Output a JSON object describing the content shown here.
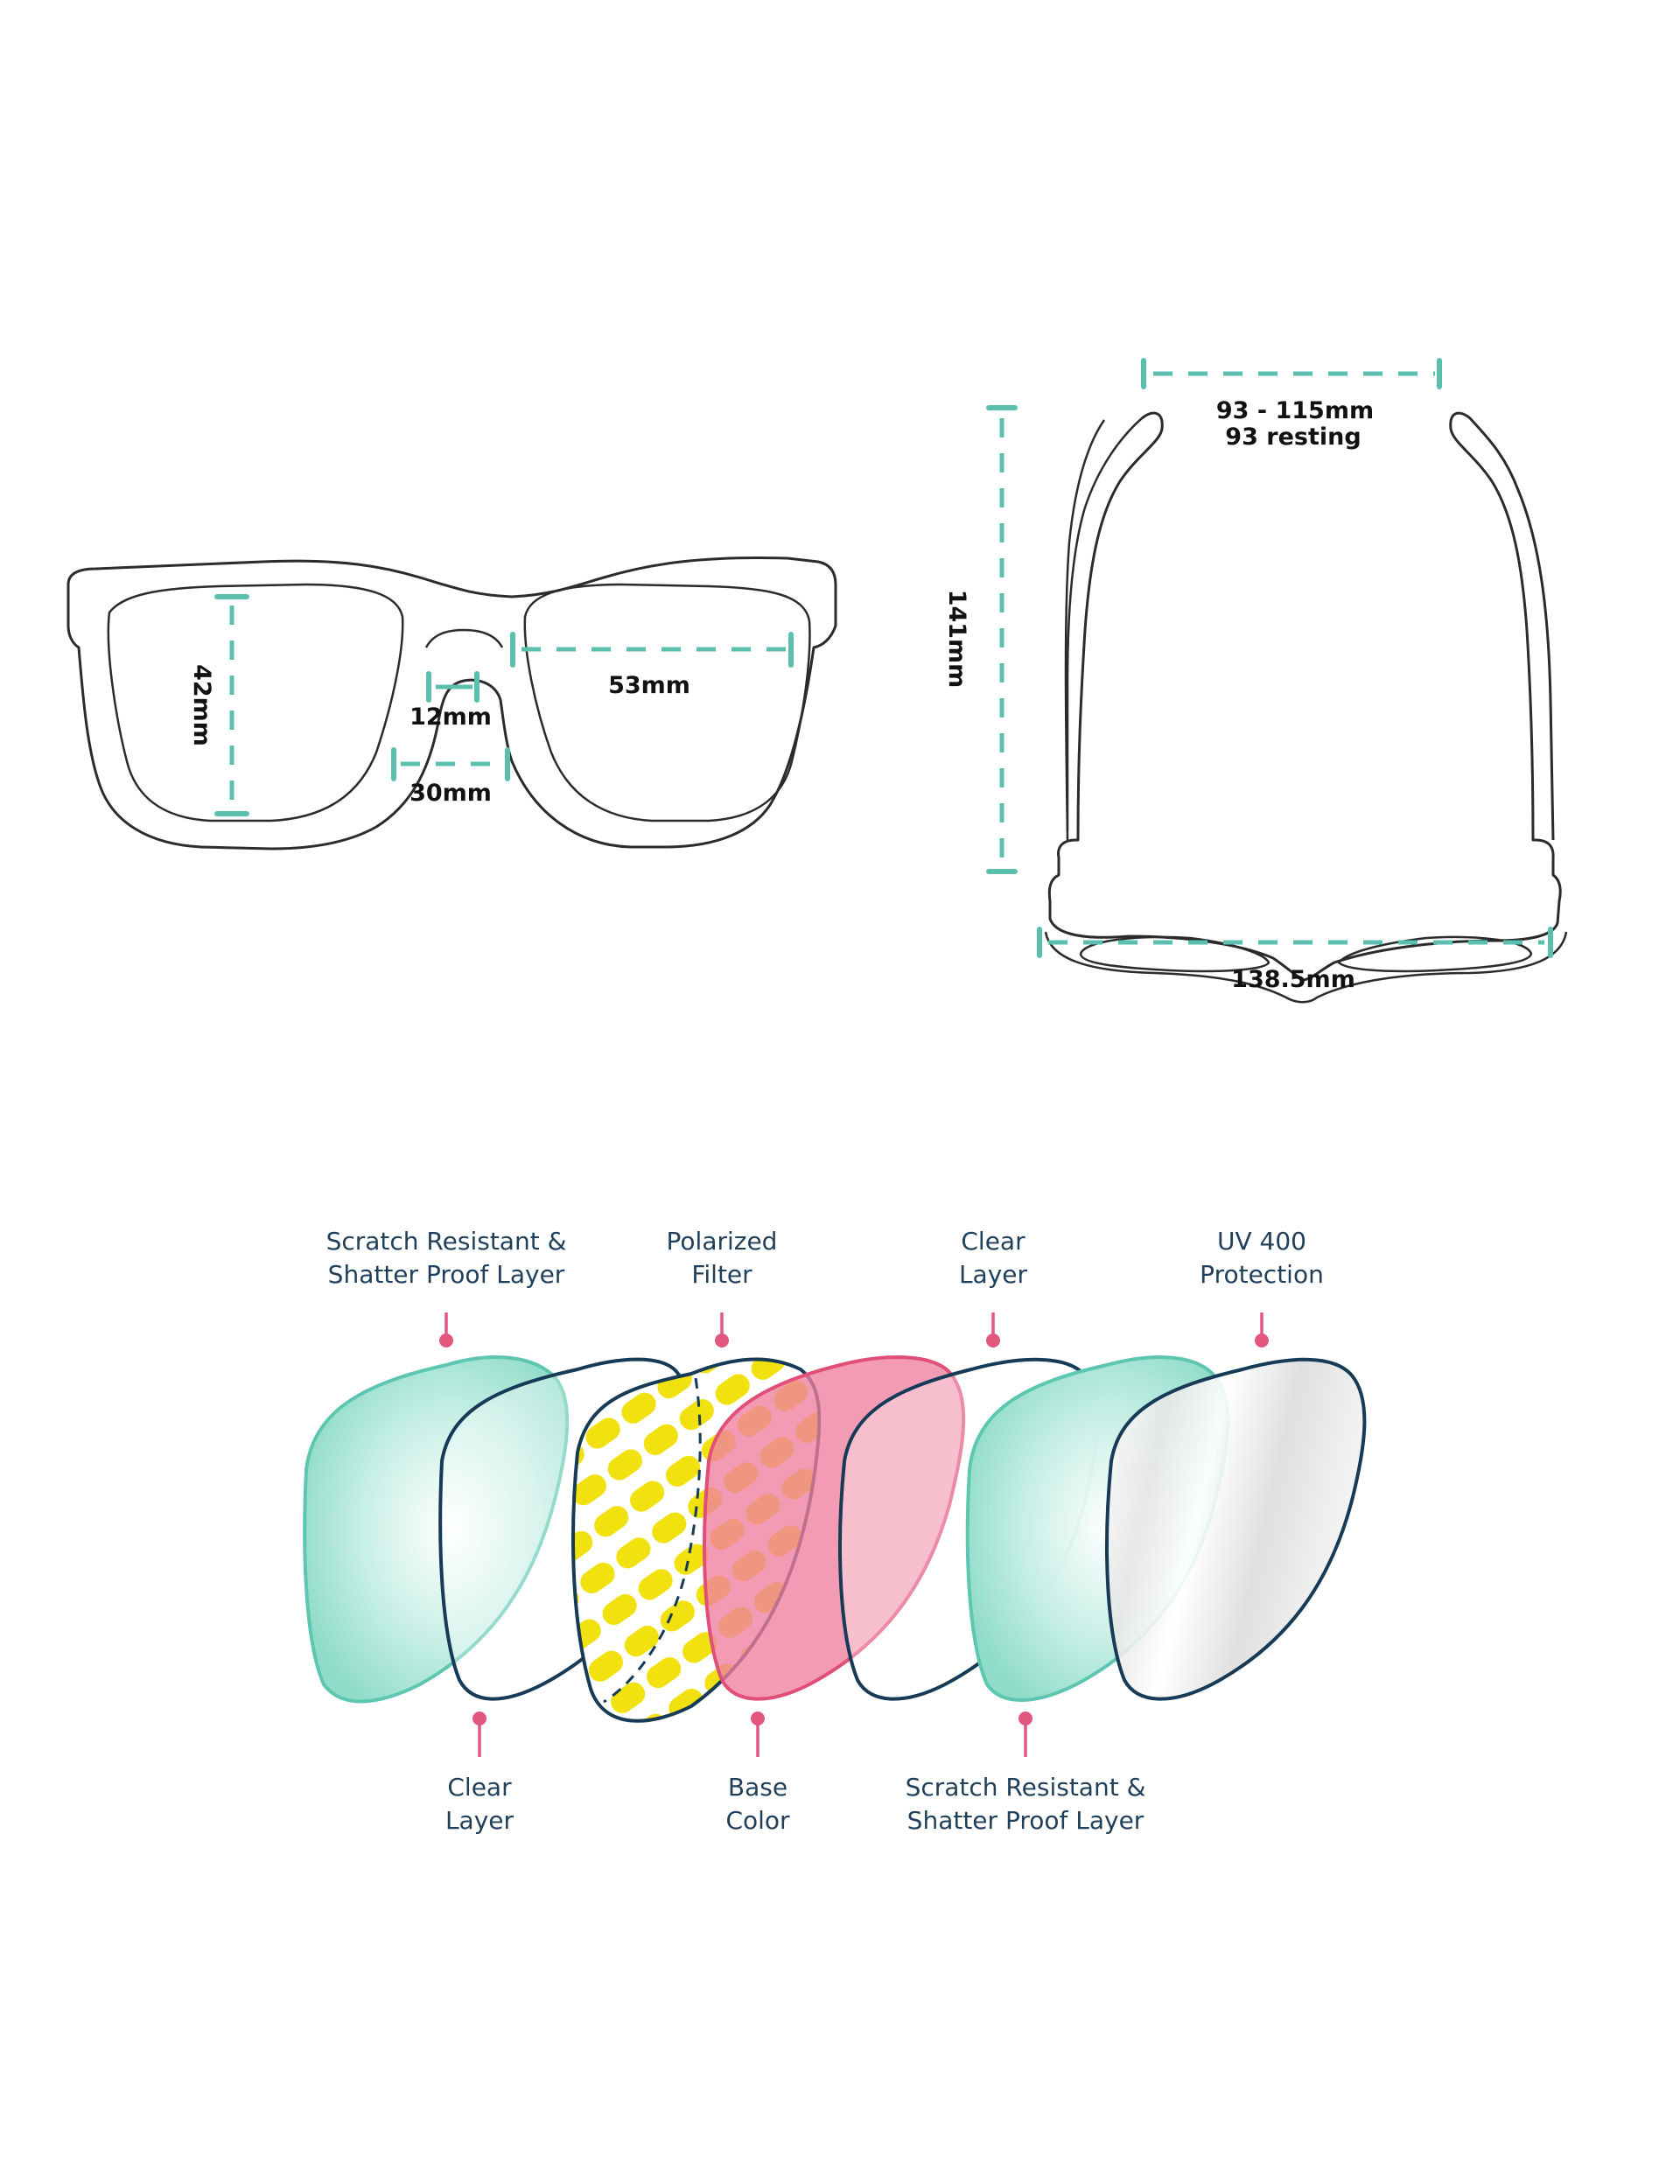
{
  "colors": {
    "dimension": "#5bbfae",
    "outline": "#2b2b2b",
    "label": "#1f3f5b",
    "callout": "#e2577d",
    "teal_lens": "#9fe3d3",
    "teal_edge": "#5cc6b0",
    "navy_edge": "#173b57",
    "yellow": "#f1e10f",
    "pink": "#ef7f9f",
    "pink_edge": "#e14e78"
  },
  "front_view": {
    "lens_height": "42mm",
    "bridge_width": "12mm",
    "bridge_bottom": "30mm",
    "lens_width": "53mm"
  },
  "top_view": {
    "temple_spread": "93 - 115mm",
    "temple_resting": "93 resting",
    "temple_length": "141mm",
    "frame_width": "138.5mm"
  },
  "lens_layers": {
    "top_labels": [
      {
        "line1": "Scratch Resistant &",
        "line2": "Shatter Proof Layer"
      },
      {
        "line1": "Polarized",
        "line2": "Filter"
      },
      {
        "line1": "Clear",
        "line2": "Layer"
      },
      {
        "line1": "UV 400",
        "line2": "Protection"
      }
    ],
    "bottom_labels": [
      {
        "line1": "Clear",
        "line2": "Layer"
      },
      {
        "line1": "Base",
        "line2": "Color"
      },
      {
        "line1": "Scratch Resistant &",
        "line2": "Shatter Proof Layer"
      }
    ]
  }
}
